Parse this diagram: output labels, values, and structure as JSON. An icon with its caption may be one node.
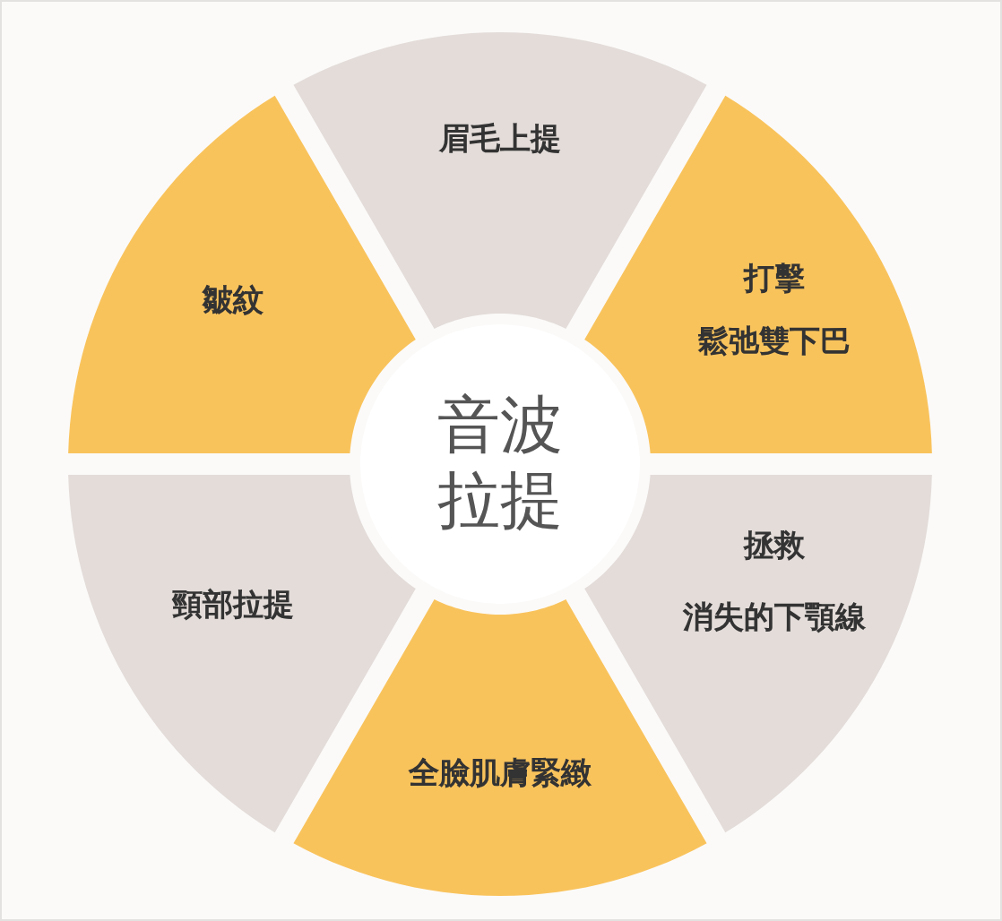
{
  "diagram": {
    "nodes": [
      {
        "text": [
          "眉毛上提"
        ]
      },
      {
        "text": [
          "皺紋"
        ]
      },
      {
        "text": [
          "打擊",
          "鬆弛雙下巴"
        ]
      },
      {
        "text": [
          "音波拉提"
        ]
      },
      {
        "text": [
          "拯救",
          "消失的下顎線"
        ]
      },
      {
        "text": [
          "頸部拉提"
        ]
      },
      {
        "text": [
          "全臉肌膚緊緻"
        ]
      }
    ]
  }
}
